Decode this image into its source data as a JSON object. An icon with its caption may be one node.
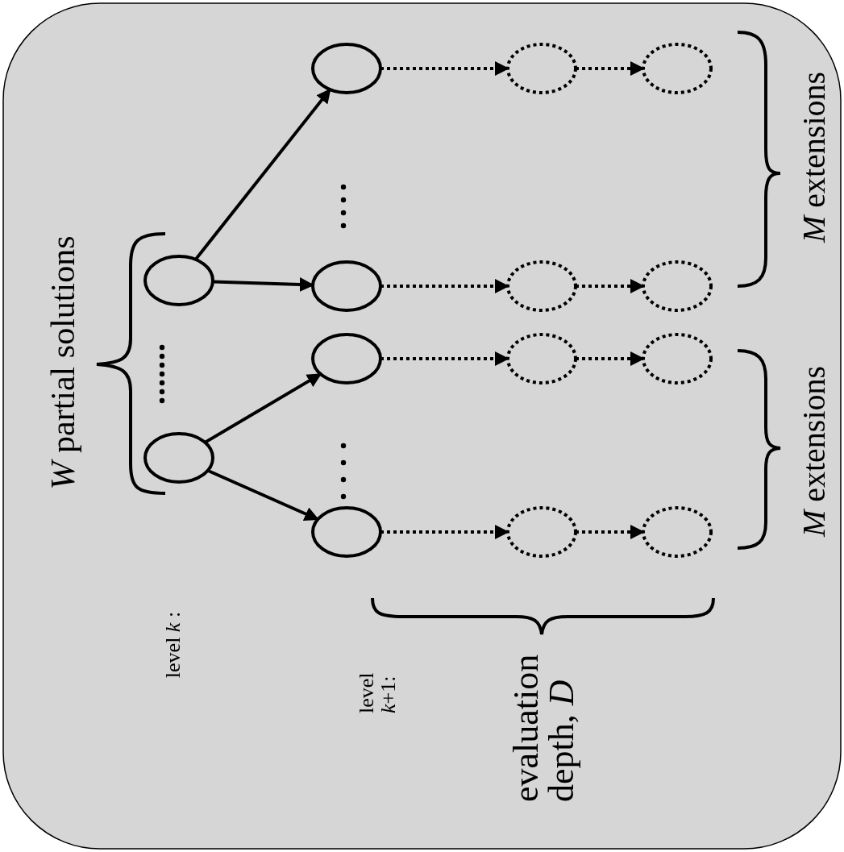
{
  "diagram": {
    "nodes": [
      {
        "text": [],
        "shape": "ellipse"
      },
      {
        "text": [],
        "shape": "ellipse"
      },
      {
        "text": [],
        "shape": "ellipse"
      },
      {
        "text": [],
        "shape": "ellipse"
      },
      {
        "text": [],
        "shape": "ellipse"
      },
      {
        "text": [],
        "shape": "ellipse"
      },
      {
        "text": [],
        "shape": "dotted-ellipse"
      },
      {
        "text": [],
        "shape": "dotted-ellipse"
      },
      {
        "text": [],
        "shape": "dotted-ellipse"
      },
      {
        "text": [],
        "shape": "dotted-ellipse"
      },
      {
        "text": [],
        "shape": "dotted-ellipse"
      },
      {
        "text": [],
        "shape": "dotted-ellipse"
      },
      {
        "text": [],
        "shape": "dotted-ellipse"
      },
      {
        "text": [],
        "shape": "dotted-ellipse"
      }
    ],
    "edges": [
      {
        "from": 0,
        "to": 2,
        "arrow": "to"
      },
      {
        "from": 0,
        "to": 3,
        "arrow": "to"
      },
      {
        "from": 1,
        "to": 4,
        "arrow": "to"
      },
      {
        "from": 1,
        "to": 5,
        "arrow": "to"
      },
      {
        "from": 2,
        "to": 6,
        "arrow": "to",
        "style": "dashed"
      },
      {
        "from": 6,
        "to": 7,
        "arrow": "to",
        "style": "dashed"
      },
      {
        "from": 3,
        "to": 8,
        "arrow": "to",
        "style": "dashed"
      },
      {
        "from": 8,
        "to": 9,
        "arrow": "to",
        "style": "dashed"
      },
      {
        "from": 4,
        "to": 10,
        "arrow": "to",
        "style": "dashed"
      },
      {
        "from": 10,
        "to": 11,
        "arrow": "to",
        "style": "dashed"
      },
      {
        "from": 5,
        "to": 12,
        "arrow": "to",
        "style": "dashed"
      },
      {
        "from": 12,
        "to": 13,
        "arrow": "to",
        "style": "dashed"
      }
    ],
    "labels": [
      "*W* partial solutions",
      "level *k* :",
      "level *k*+1:",
      "evaluation depth, *D*",
      "*M* extensions",
      "*M* extensions"
    ]
  }
}
